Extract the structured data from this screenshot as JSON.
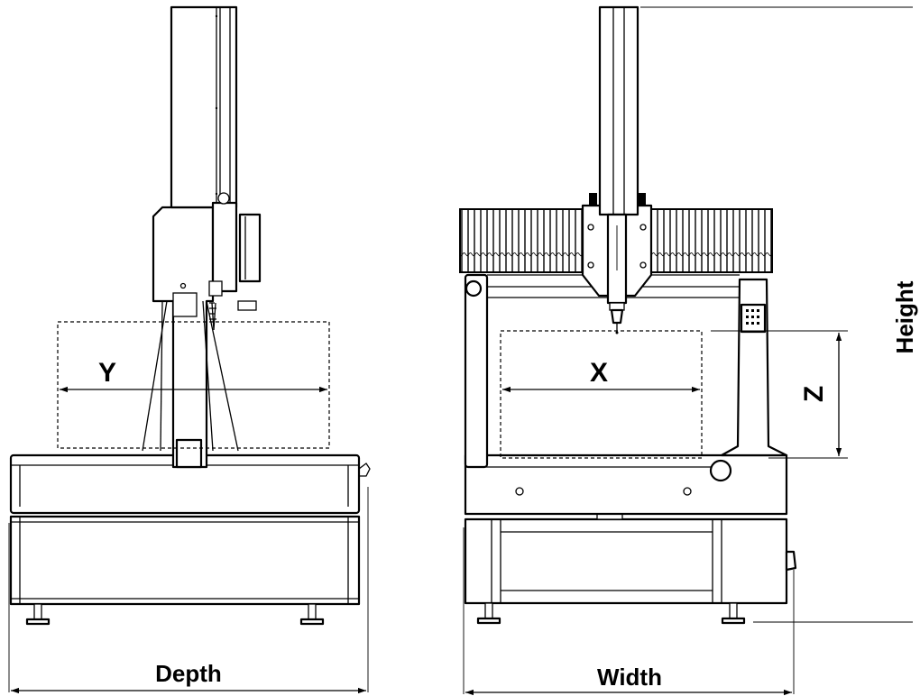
{
  "labels": {
    "y_axis": "Y",
    "x_axis": "X",
    "z_axis": "Z",
    "depth": "Depth",
    "width": "Width",
    "height": "Height"
  },
  "colors": {
    "line": "#000000",
    "background": "#ffffff"
  }
}
